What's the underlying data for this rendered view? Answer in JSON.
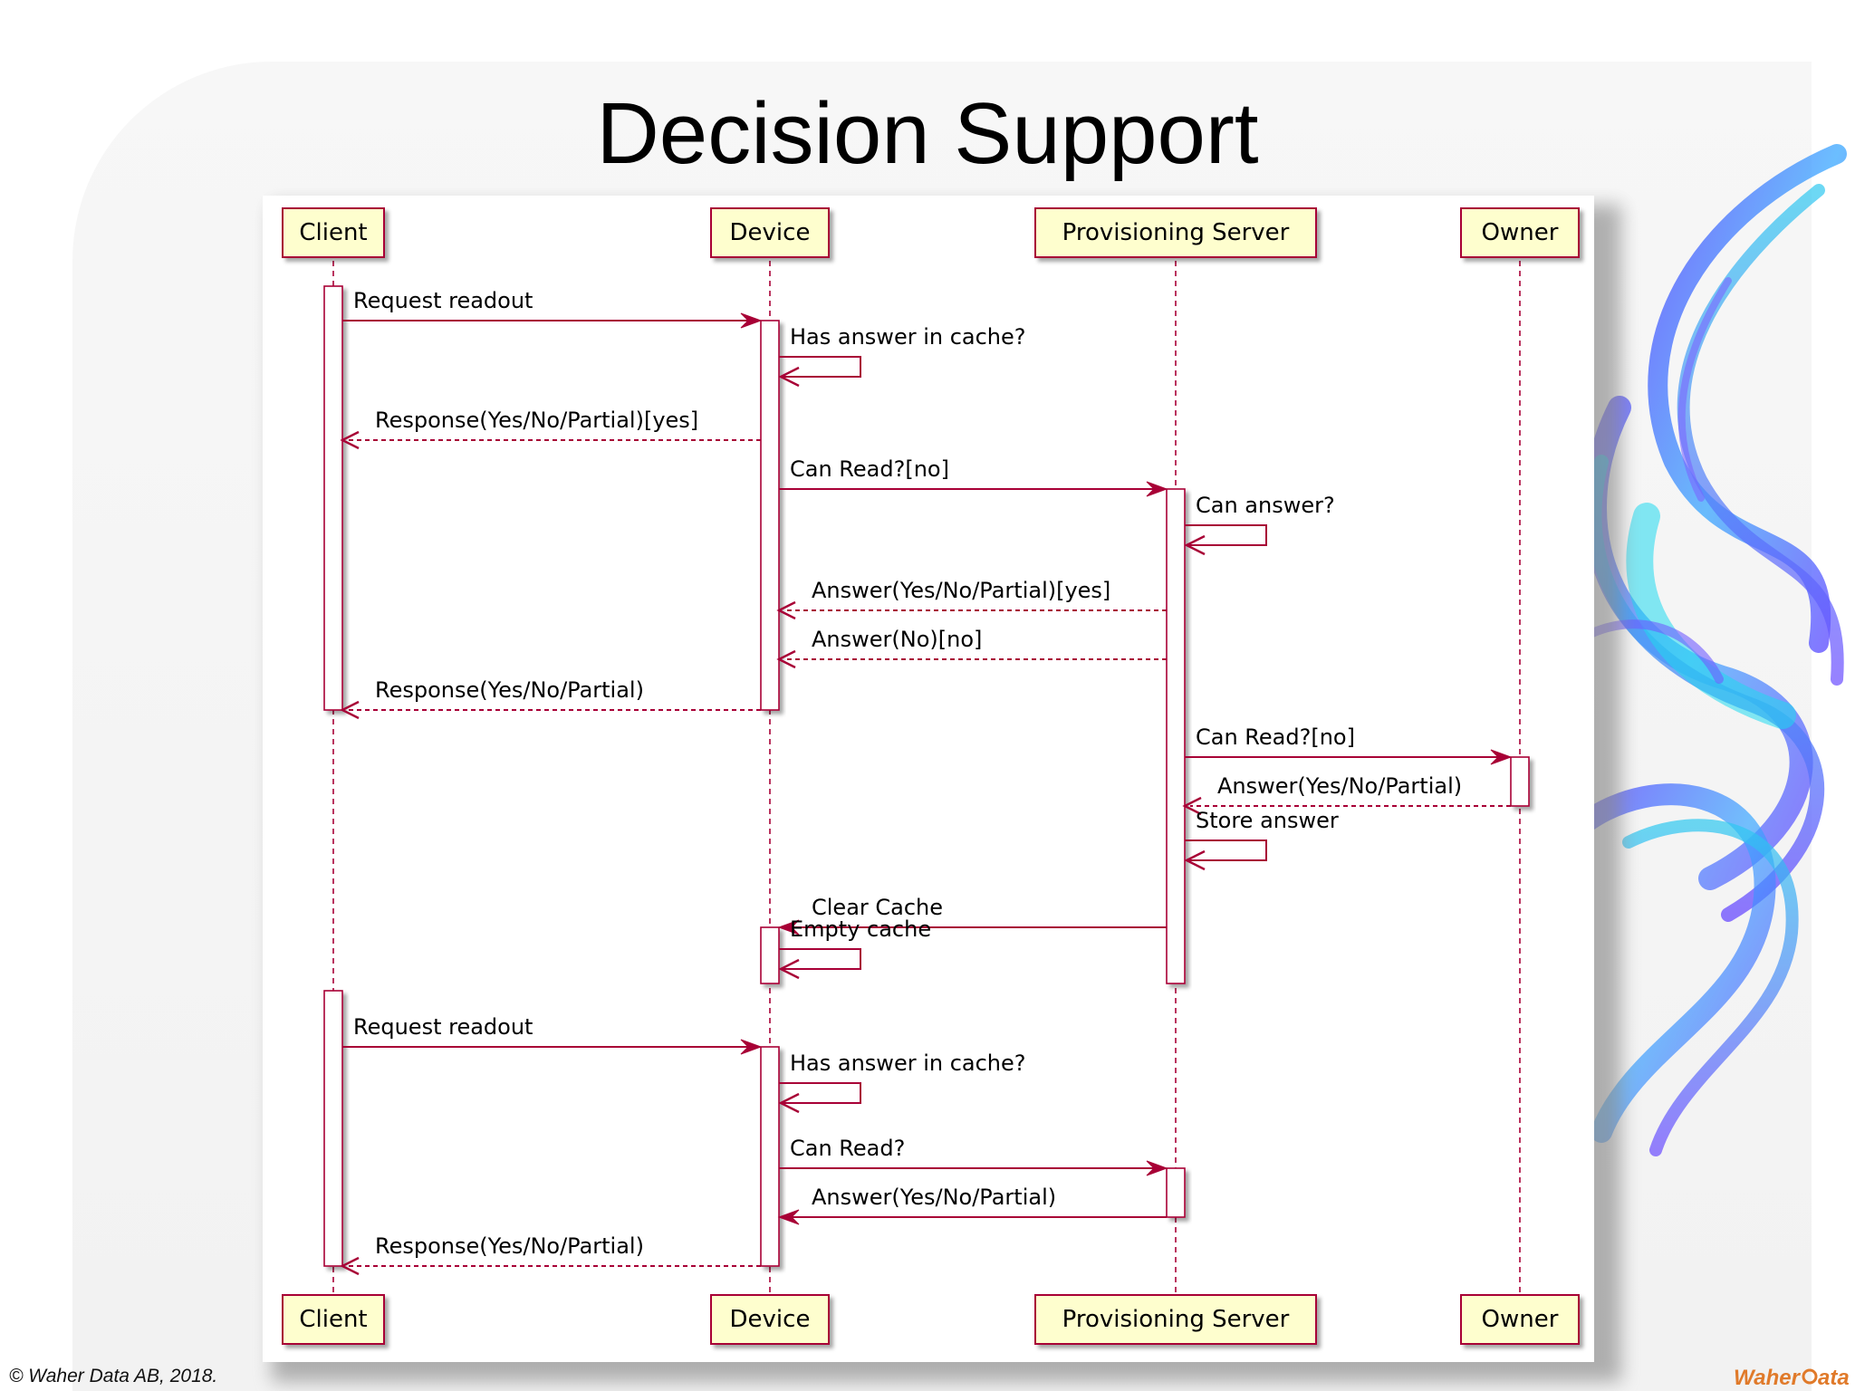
{
  "title": "Decision Support",
  "copyright": "© Waher Data AB, 2018.",
  "brand_logo_text": "Waher Data",
  "colors": {
    "participant_fill": "#fefece",
    "participant_border": "#a80036",
    "arrow": "#a80036",
    "lifeline": "#a80036",
    "activation_fill": "#ffffff"
  },
  "participants": [
    "Client",
    "Device",
    "Provisioning Server",
    "Owner"
  ],
  "messages": [
    {
      "from": "Client",
      "to": "Device",
      "label": "Request readout",
      "style": "solid"
    },
    {
      "from": "Device",
      "to": "Device",
      "label": "Has answer in cache?",
      "style": "self"
    },
    {
      "from": "Device",
      "to": "Client",
      "label": "Response(Yes/No/Partial)[yes]",
      "style": "dashed"
    },
    {
      "from": "Device",
      "to": "Provisioning Server",
      "label": "Can Read?[no]",
      "style": "solid"
    },
    {
      "from": "Provisioning Server",
      "to": "Provisioning Server",
      "label": "Can answer?",
      "style": "self"
    },
    {
      "from": "Provisioning Server",
      "to": "Device",
      "label": "Answer(Yes/No/Partial)[yes]",
      "style": "dashed"
    },
    {
      "from": "Provisioning Server",
      "to": "Device",
      "label": "Answer(No)[no]",
      "style": "dashed"
    },
    {
      "from": "Device",
      "to": "Client",
      "label": "Response(Yes/No/Partial)",
      "style": "dashed"
    },
    {
      "from": "Provisioning Server",
      "to": "Owner",
      "label": "Can Read?[no]",
      "style": "solid"
    },
    {
      "from": "Owner",
      "to": "Provisioning Server",
      "label": "Answer(Yes/No/Partial)",
      "style": "dashed"
    },
    {
      "from": "Provisioning Server",
      "to": "Provisioning Server",
      "label": "Store answer",
      "style": "self"
    },
    {
      "from": "Provisioning Server",
      "to": "Device",
      "label": "Clear Cache",
      "style": "solid"
    },
    {
      "from": "Device",
      "to": "Device",
      "label": "Empty cache",
      "style": "self"
    },
    {
      "from": "Client",
      "to": "Device",
      "label": "Request readout",
      "style": "solid"
    },
    {
      "from": "Device",
      "to": "Device",
      "label": "Has answer in cache?",
      "style": "self"
    },
    {
      "from": "Device",
      "to": "Provisioning Server",
      "label": "Can Read?",
      "style": "solid"
    },
    {
      "from": "Provisioning Server",
      "to": "Device",
      "label": "Answer(Yes/No/Partial)",
      "style": "solid"
    },
    {
      "from": "Device",
      "to": "Client",
      "label": "Response(Yes/No/Partial)",
      "style": "dashed"
    }
  ]
}
